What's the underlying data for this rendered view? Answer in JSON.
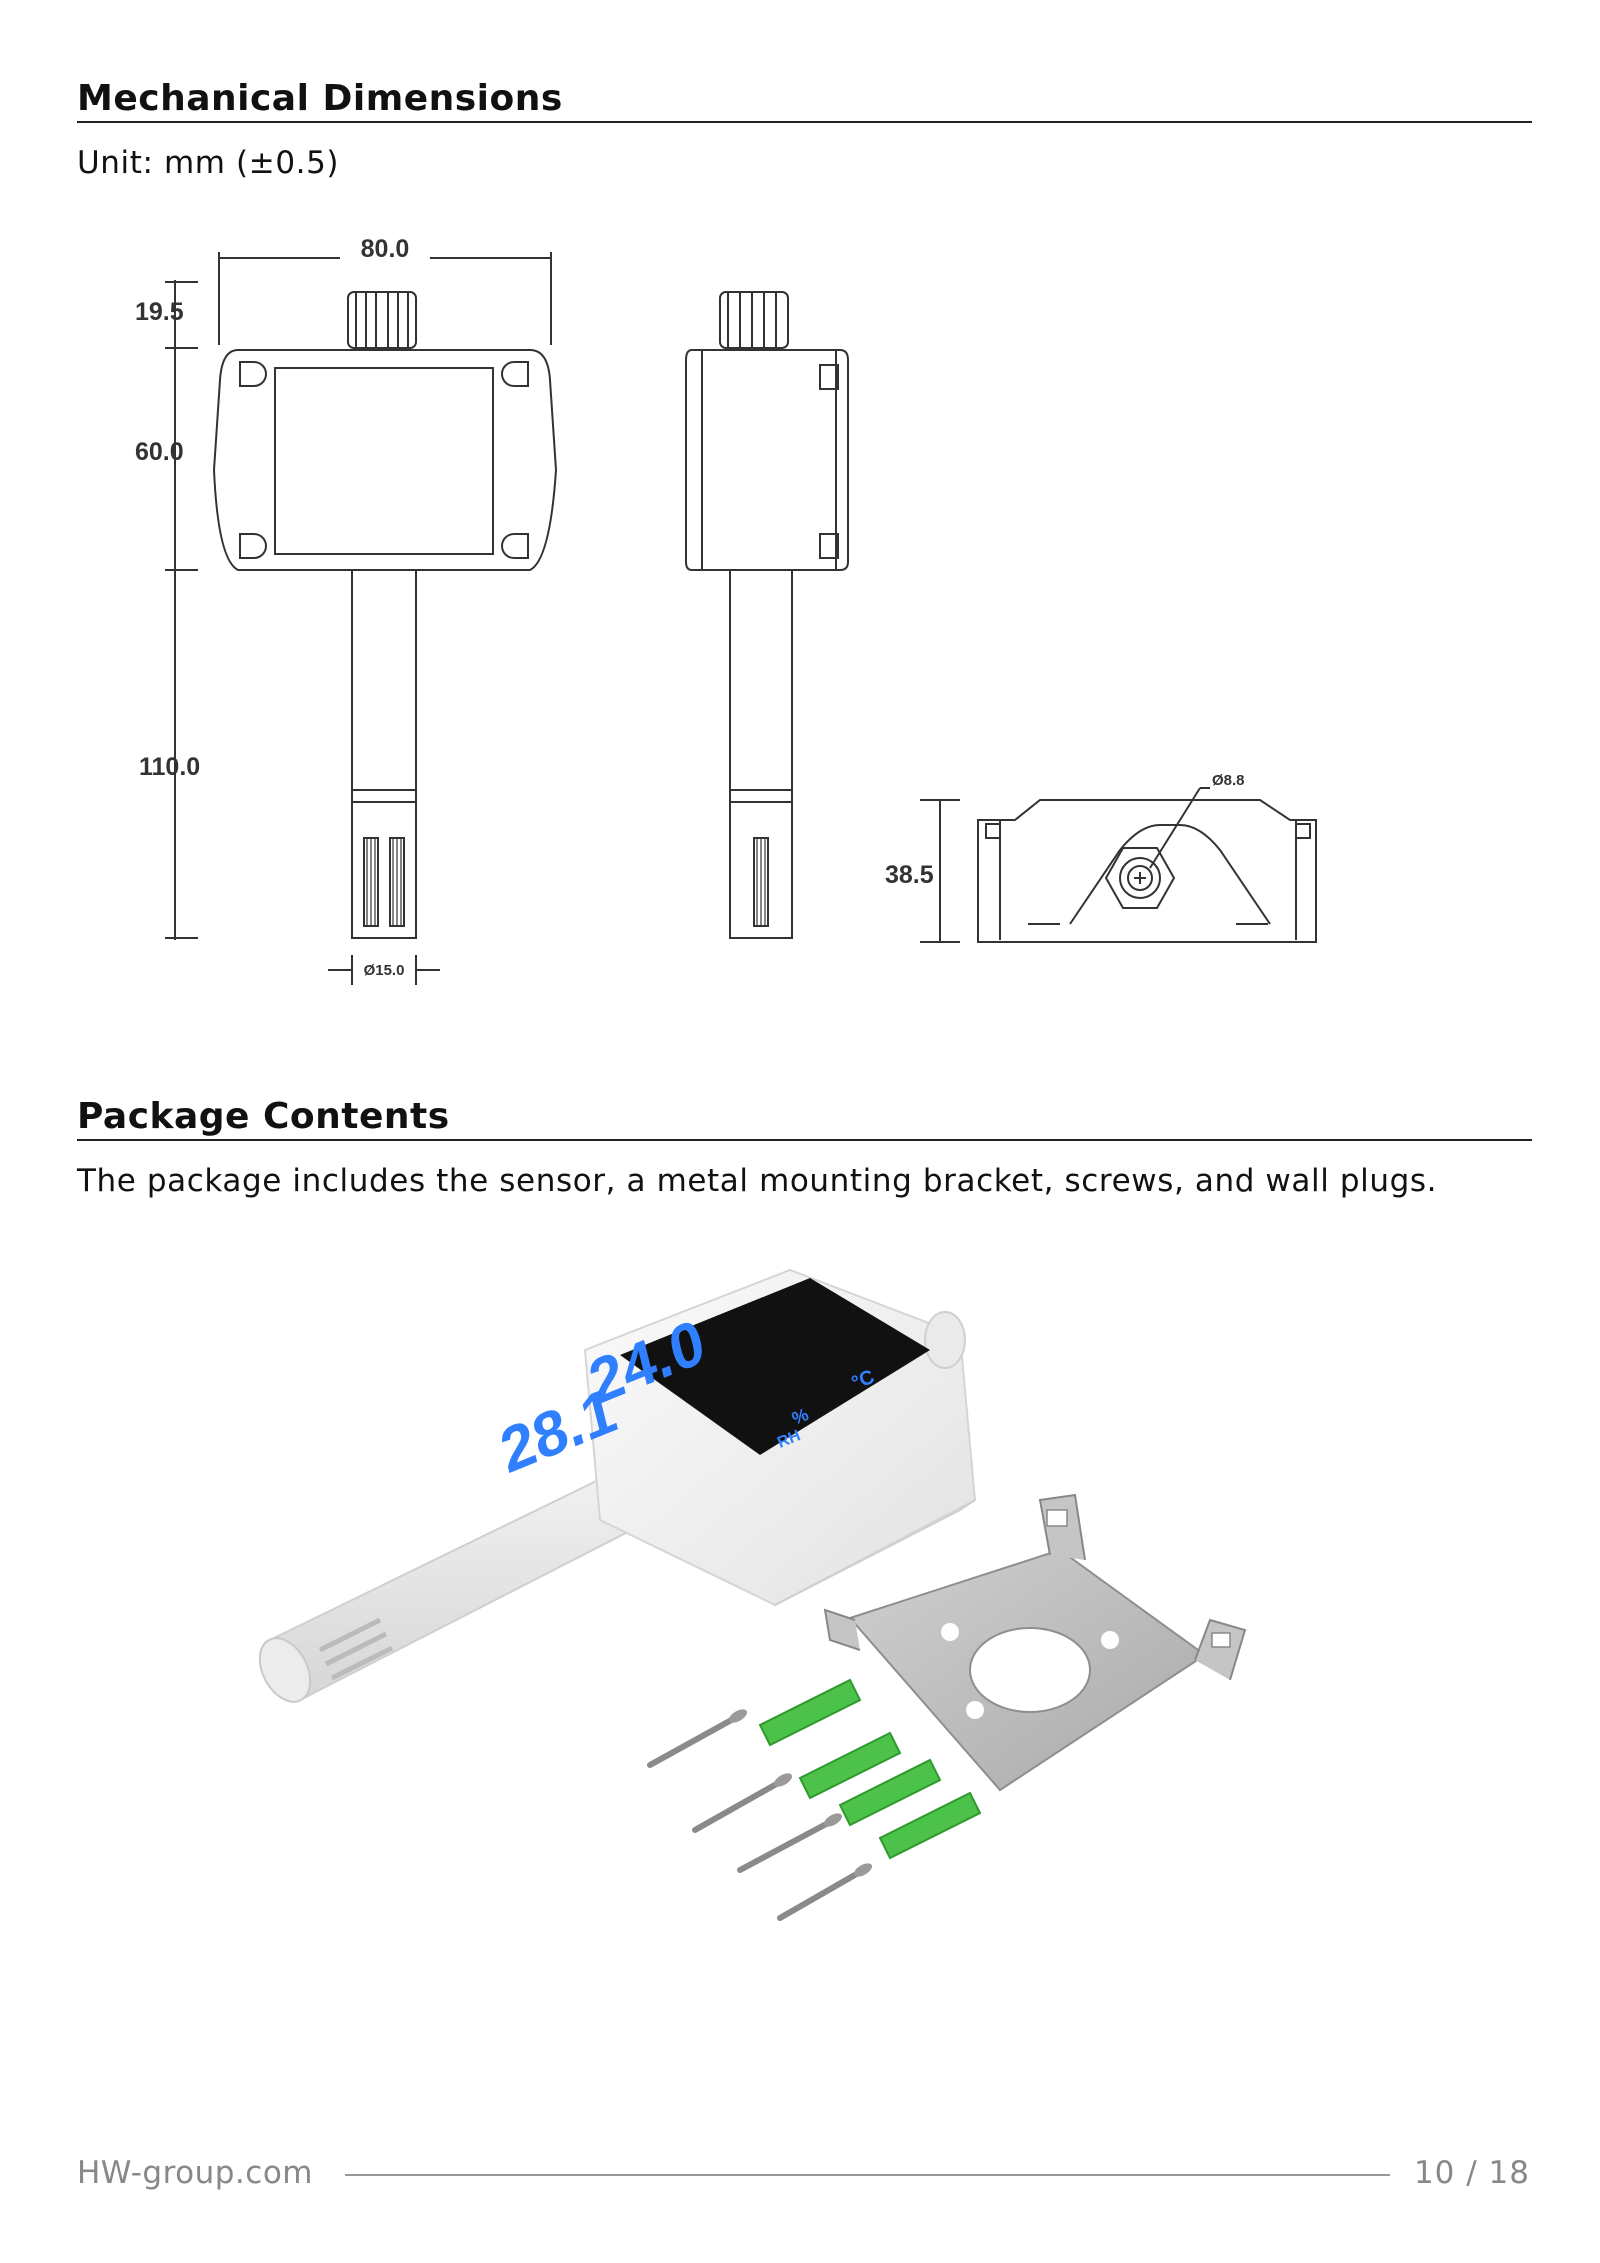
{
  "sections": {
    "dimensions": {
      "title": "Mechanical Dimensions",
      "unit_text": "Unit: mm (±0.5)"
    },
    "package": {
      "title": "Package Contents",
      "text": "The package includes the sensor, a metal mounting bracket, screws, and wall plugs."
    }
  },
  "drawing": {
    "width": "80.0",
    "gland_height": "19.5",
    "housing_height": "60.0",
    "probe_length": "110.0",
    "probe_diameter": "Ø15.0",
    "depth": "38.5",
    "hole_diameter": "Ø8.8"
  },
  "display": {
    "temperature": "24.0",
    "temperature_unit": "°C",
    "humidity": "28.1",
    "humidity_unit": "%",
    "humidity_unit_sub": "RH",
    "digit_color": "#2f7fff"
  },
  "footer": {
    "site": "HW-group.com",
    "page": "10 / 18"
  }
}
